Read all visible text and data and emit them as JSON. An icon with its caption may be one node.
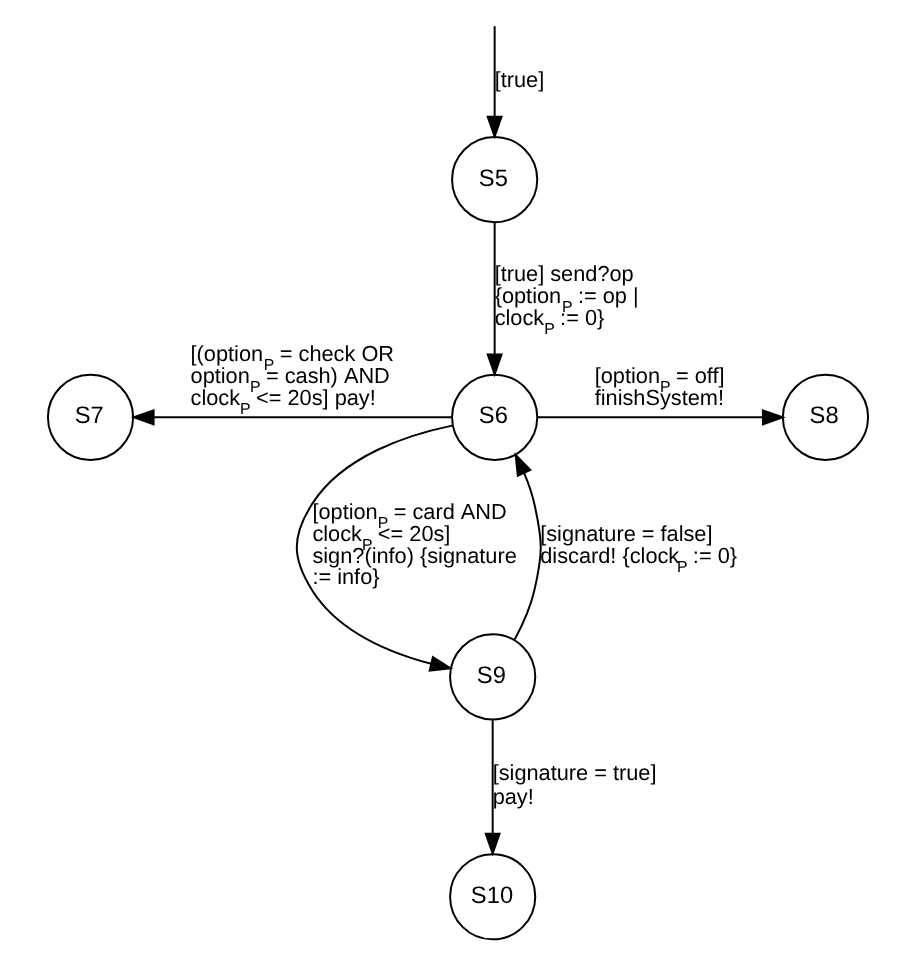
{
  "diagram": {
    "nodes": [
      {
        "text": [
          "S5"
        ]
      },
      {
        "text": [
          "S6"
        ]
      },
      {
        "text": [
          "S7"
        ]
      },
      {
        "text": [
          "S8"
        ]
      },
      {
        "text": [
          "S9"
        ]
      },
      {
        "text": [
          "S10"
        ]
      }
    ],
    "edges": [
      {
        "from": null,
        "to": 0,
        "arrow": "to",
        "label": "[true]"
      },
      {
        "from": 0,
        "to": 1,
        "arrow": "to",
        "label": "[true] send?op {option$_{P}$ := op | clock$_{P}$ := 0}"
      },
      {
        "from": 1,
        "to": 2,
        "arrow": "to",
        "label": "[(option$_{P}$ = check OR option$_{P}$ = cash) AND clock$_{P}$ <= 20s] pay!"
      },
      {
        "from": 1,
        "to": 3,
        "arrow": "to",
        "label": "[option$_{P}$ = off] finishSystem!"
      },
      {
        "from": 1,
        "to": 4,
        "arrow": "to",
        "label": "[option$_{P}$ = card AND clock$_{P}$ <= 20s] sign?(info) {signature := info}"
      },
      {
        "from": 4,
        "to": 1,
        "arrow": "to",
        "label": "[signature = false] discard! {clock$_{P}$ := 0}"
      },
      {
        "from": 4,
        "to": 5,
        "arrow": "to",
        "label": "[signature = true] pay!"
      }
    ]
  }
}
